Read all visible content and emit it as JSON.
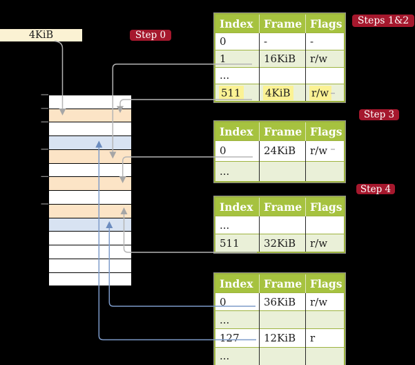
{
  "figure": {
    "page_box": {
      "label": "4KiB"
    },
    "badges": [
      {
        "label": "Step 0"
      },
      {
        "label": "Steps 1&2"
      },
      {
        "label": "Step 3"
      },
      {
        "label": "Step 4"
      }
    ],
    "memory_stack": {
      "rows": [
        "empty",
        "table-frame",
        "empty",
        "mapped-page",
        "table-frame",
        "empty",
        "table-frame",
        "empty",
        "table-frame",
        "mapped-page",
        "empty",
        "empty",
        "empty",
        "empty"
      ]
    },
    "tables": [
      {
        "name": "page-table-steps-1-2",
        "headers": [
          "Index",
          "Frame",
          "Flags"
        ],
        "rows": [
          {
            "cells": [
              "0",
              "-",
              "-"
            ],
            "highlight": false
          },
          {
            "cells": [
              "1",
              "16KiB",
              "r/w"
            ],
            "highlight": false
          },
          {
            "cells": [
              "...",
              "",
              ""
            ],
            "highlight": false
          },
          {
            "cells": [
              "511",
              "4KiB",
              "r/w"
            ],
            "highlight": true
          }
        ]
      },
      {
        "name": "page-table-step-3",
        "headers": [
          "Index",
          "Frame",
          "Flags"
        ],
        "rows": [
          {
            "cells": [
              "0",
              "24KiB",
              "r/w"
            ],
            "highlight": false
          },
          {
            "cells": [
              "...",
              "",
              ""
            ],
            "highlight": false
          }
        ]
      },
      {
        "name": "page-table-step-4-upper",
        "headers": [
          "Index",
          "Frame",
          "Flags"
        ],
        "rows": [
          {
            "cells": [
              "...",
              "",
              ""
            ],
            "highlight": false
          },
          {
            "cells": [
              "511",
              "32KiB",
              "r/w"
            ],
            "highlight": false
          }
        ]
      },
      {
        "name": "page-table-step-4-lower",
        "headers": [
          "Index",
          "Frame",
          "Flags"
        ],
        "rows": [
          {
            "cells": [
              "0",
              "36KiB",
              "r/w"
            ],
            "highlight": false
          },
          {
            "cells": [
              "...",
              "",
              ""
            ],
            "highlight": false
          },
          {
            "cells": [
              "127",
              "12KiB",
              "r"
            ],
            "highlight": false
          },
          {
            "cells": [
              "...",
              "",
              ""
            ],
            "highlight": false
          }
        ]
      }
    ],
    "connections": [
      {
        "from": "page-size-box",
        "to": "stack-row-2",
        "color": "gray"
      },
      {
        "from": "table1-index-1",
        "to": "stack-row-5",
        "color": "gray"
      },
      {
        "from": "table1-index-511",
        "to": "stack-row-2",
        "color": "gray"
      },
      {
        "from": "table2-index-0",
        "to": "stack-row-7",
        "color": "gray"
      },
      {
        "from": "table3-index-511",
        "to": "stack-row-9",
        "color": "gray"
      },
      {
        "from": "table4-index-0",
        "to": "stack-row-10",
        "color": "blue"
      },
      {
        "from": "table4-index-127",
        "to": "stack-row-4",
        "color": "blue"
      }
    ],
    "colors": {
      "background": "#000000",
      "badge": "#a5182d",
      "table_header": "#a6c23f",
      "table_row_alt": "#eaf0d8",
      "highlight": "#fbf294",
      "page_box": "#fbf2d3",
      "stack_frame_orange": "#fce4c6",
      "stack_mapped_blue": "#d8e3f2",
      "arrow_gray": "#b5b5b5",
      "arrow_blue": "#7d9bca"
    }
  }
}
